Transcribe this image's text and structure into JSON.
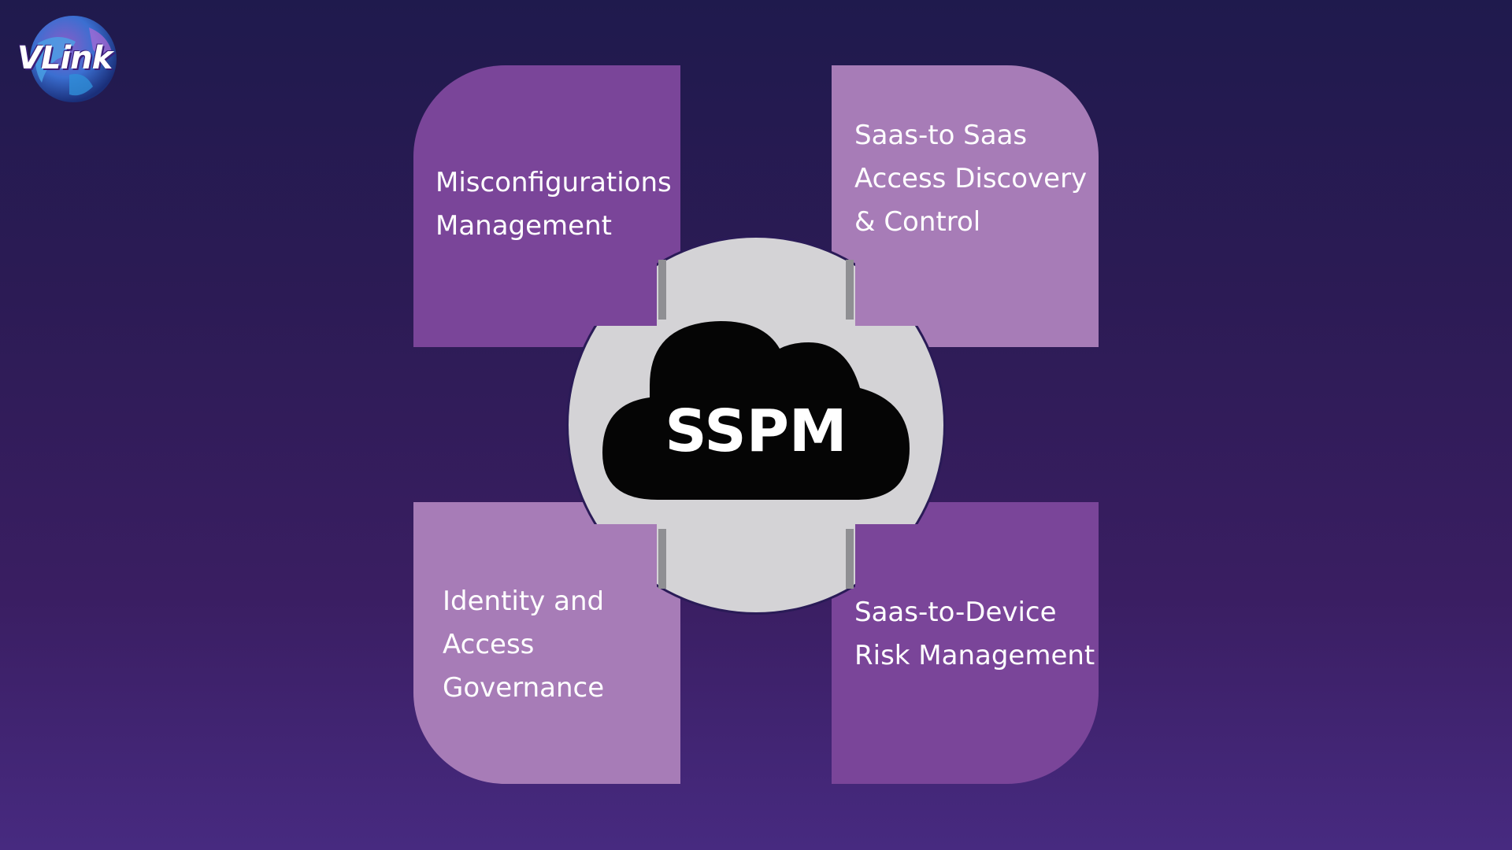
{
  "logo": {
    "text": "VLink",
    "icon": "globe-icon"
  },
  "center": {
    "label": "SSPM",
    "icon": "cloud-icon"
  },
  "quadrants": [
    {
      "label": "Misconfigurations\nManagement"
    },
    {
      "label": "Saas-to Saas\nAccess Discovery\n& Control"
    },
    {
      "label": "Identity and\nAccess\nGovernance"
    },
    {
      "label": "Saas-to-Device\nRisk Management"
    }
  ],
  "colors": {
    "background_top": "#1f1a4d",
    "background_bottom": "#472a80",
    "quadrant_dark": "#7a4599",
    "quadrant_light": "#a77cb7",
    "circle": "#d4d3d6",
    "cloud": "#050505"
  }
}
